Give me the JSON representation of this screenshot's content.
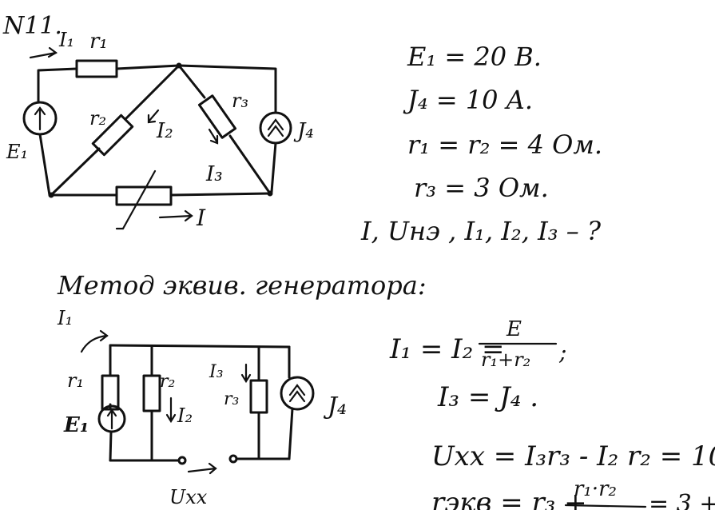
{
  "problem_number": "N11.",
  "circuit1": {
    "I1": "I₁",
    "r1": "r₁",
    "r2": "r₂",
    "r3": "r₃",
    "I2": "I₂",
    "I3": "I₃",
    "J4": "J₄",
    "E1": "E₁",
    "I": "I"
  },
  "given": {
    "line1": "E₁ = 20 B.",
    "line2": "J₄ = 10 A.",
    "line3": "r₁ = r₂ = 4  Oм.",
    "line4": "r₃ = 3  Oм.",
    "line5": "I, Uнэ , I₁, I₂, I₃ – ?"
  },
  "method_title": "Метод эквив. генератора:",
  "circuit2": {
    "I1": "I₁",
    "r1": "r₁",
    "E1": "E₁",
    "r2": "r₂",
    "I2": "I₂",
    "I3": "I₃",
    "r3": "r₃",
    "J4": "J₄",
    "Uxx": "Uхх"
  },
  "equations": {
    "eq1_left": "I₁ = I₂ =",
    "eq1_num": "E",
    "eq1_den": "r₁+r₂",
    "eq1_end": ";",
    "eq2": "I₃ = J₄ .",
    "eq3": "Uхх = I₃r₃ - I₂ r₂ = 10",
    "eq4_left": "rэкв = r₃ +",
    "eq4_num": "r₁·r₂",
    "eq4_right": "= 3 +"
  }
}
